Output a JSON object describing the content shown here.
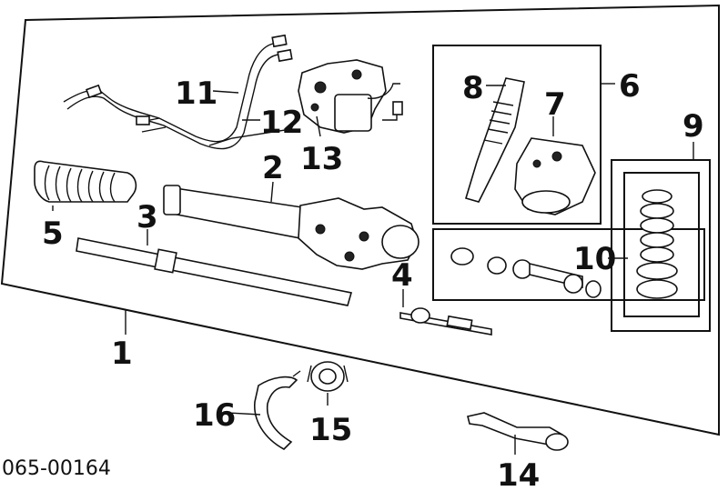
{
  "diagram": {
    "reference_code": "065-00164",
    "callouts": {
      "c1": "1",
      "c2": "2",
      "c3": "3",
      "c4": "4",
      "c5": "5",
      "c6": "6",
      "c7": "7",
      "c8": "8",
      "c9": "9",
      "c10": "10",
      "c11": "11",
      "c12": "12",
      "c13": "13",
      "c14": "14",
      "c15": "15",
      "c16": "16"
    }
  }
}
